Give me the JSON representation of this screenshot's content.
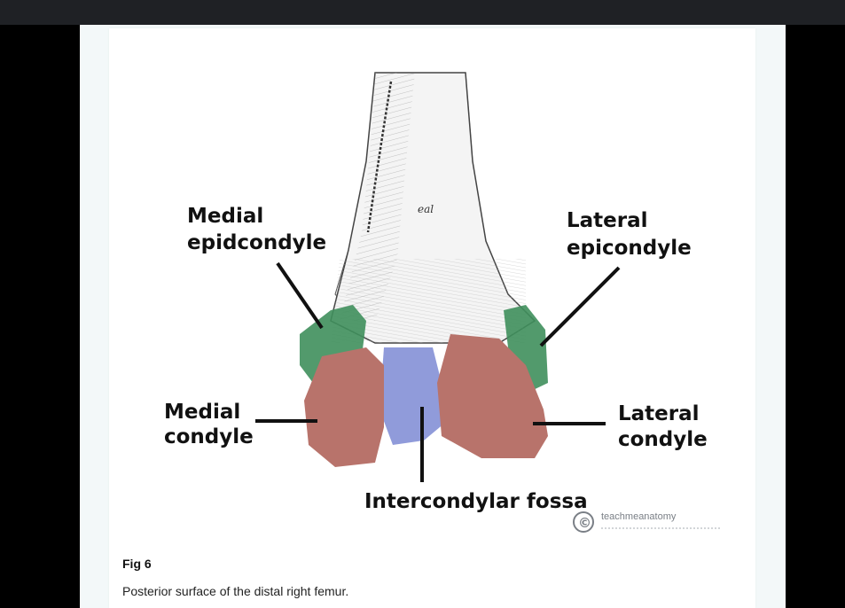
{
  "figure": {
    "labels": {
      "medial_epicondyle": [
        "Medial",
        "epidcondyle"
      ],
      "lateral_epicondyle": [
        "Lateral",
        "epicondyle"
      ],
      "medial_condyle": [
        "Medial",
        "condyle"
      ],
      "lateral_condyle": [
        "Lateral",
        "condyle"
      ],
      "intercondylar_fossa": "Intercondylar fossa",
      "bone_inscription": "eal"
    },
    "watermark": {
      "symbol": "©",
      "text": "teachmeanatomy"
    },
    "colors": {
      "epicondyle": "#3f8f5c",
      "condyle": "#b8736b",
      "fossa": "#8a96d8",
      "bone": "#f2f2f2",
      "line": "#111111"
    }
  },
  "caption": {
    "title": "Fig 6",
    "text": "Posterior surface of the distal right femur."
  }
}
